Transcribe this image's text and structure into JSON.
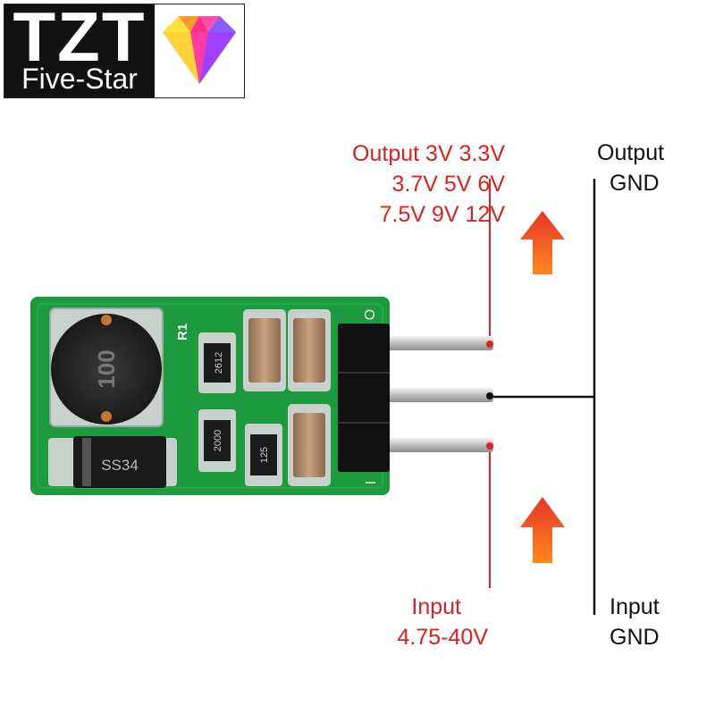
{
  "logo": {
    "main": "TZT",
    "sub": "Five-Star"
  },
  "labels": {
    "output_voltage": [
      "Output 3V 3.3V",
      "3.7V 5V 6V",
      "7.5V 9V 12V"
    ],
    "output_gnd": [
      "Output",
      "GND"
    ],
    "input_voltage": [
      "Input",
      "4.75-40V"
    ],
    "input_gnd": [
      "Input",
      "GND"
    ]
  },
  "board": {
    "inductor_marking": "100",
    "diode_marking": "SS34",
    "resistor_ref": "R1",
    "resistor_marking_1": "2612",
    "resistor_marking_2": "2000",
    "resistor_marking_3": "125",
    "pin_marking_top": "O",
    "pin_marking_bottom": "I"
  },
  "colors": {
    "label_red": "#e02020",
    "board_green": "#1e9a3e",
    "arrow_red": "#e8332a",
    "arrow_orange": "#ff8a1e"
  }
}
